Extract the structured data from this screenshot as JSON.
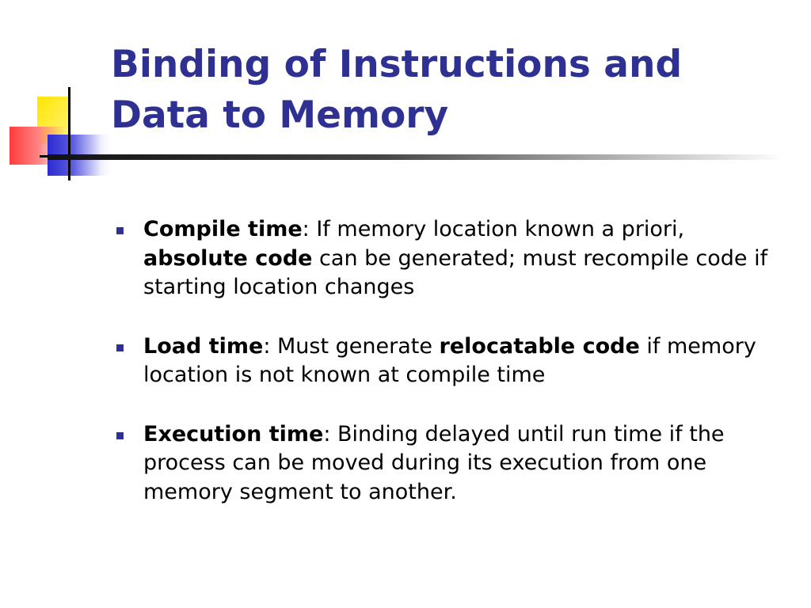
{
  "slide": {
    "title": "Binding of Instructions and Data to Memory",
    "colors": {
      "title": "#2e3192",
      "bullet_marker": "#2e3192",
      "text": "#000000"
    },
    "bullets": [
      {
        "term": "Compile time",
        "sep": ": ",
        "text1": "If memory location known a priori, ",
        "bold2": "absolute code",
        "text2": " can be generated; must recompile code if starting location changes"
      },
      {
        "term": "Load time",
        "sep": ": ",
        "text1": "Must generate ",
        "bold2": "relocatable code",
        "text2": " if memory location is not known at compile time"
      },
      {
        "term": "Execution time",
        "sep": ": ",
        "text1": "Binding delayed until run time if the process can be moved during its execution from one memory segment to another.",
        "bold2": "",
        "text2": ""
      }
    ]
  }
}
